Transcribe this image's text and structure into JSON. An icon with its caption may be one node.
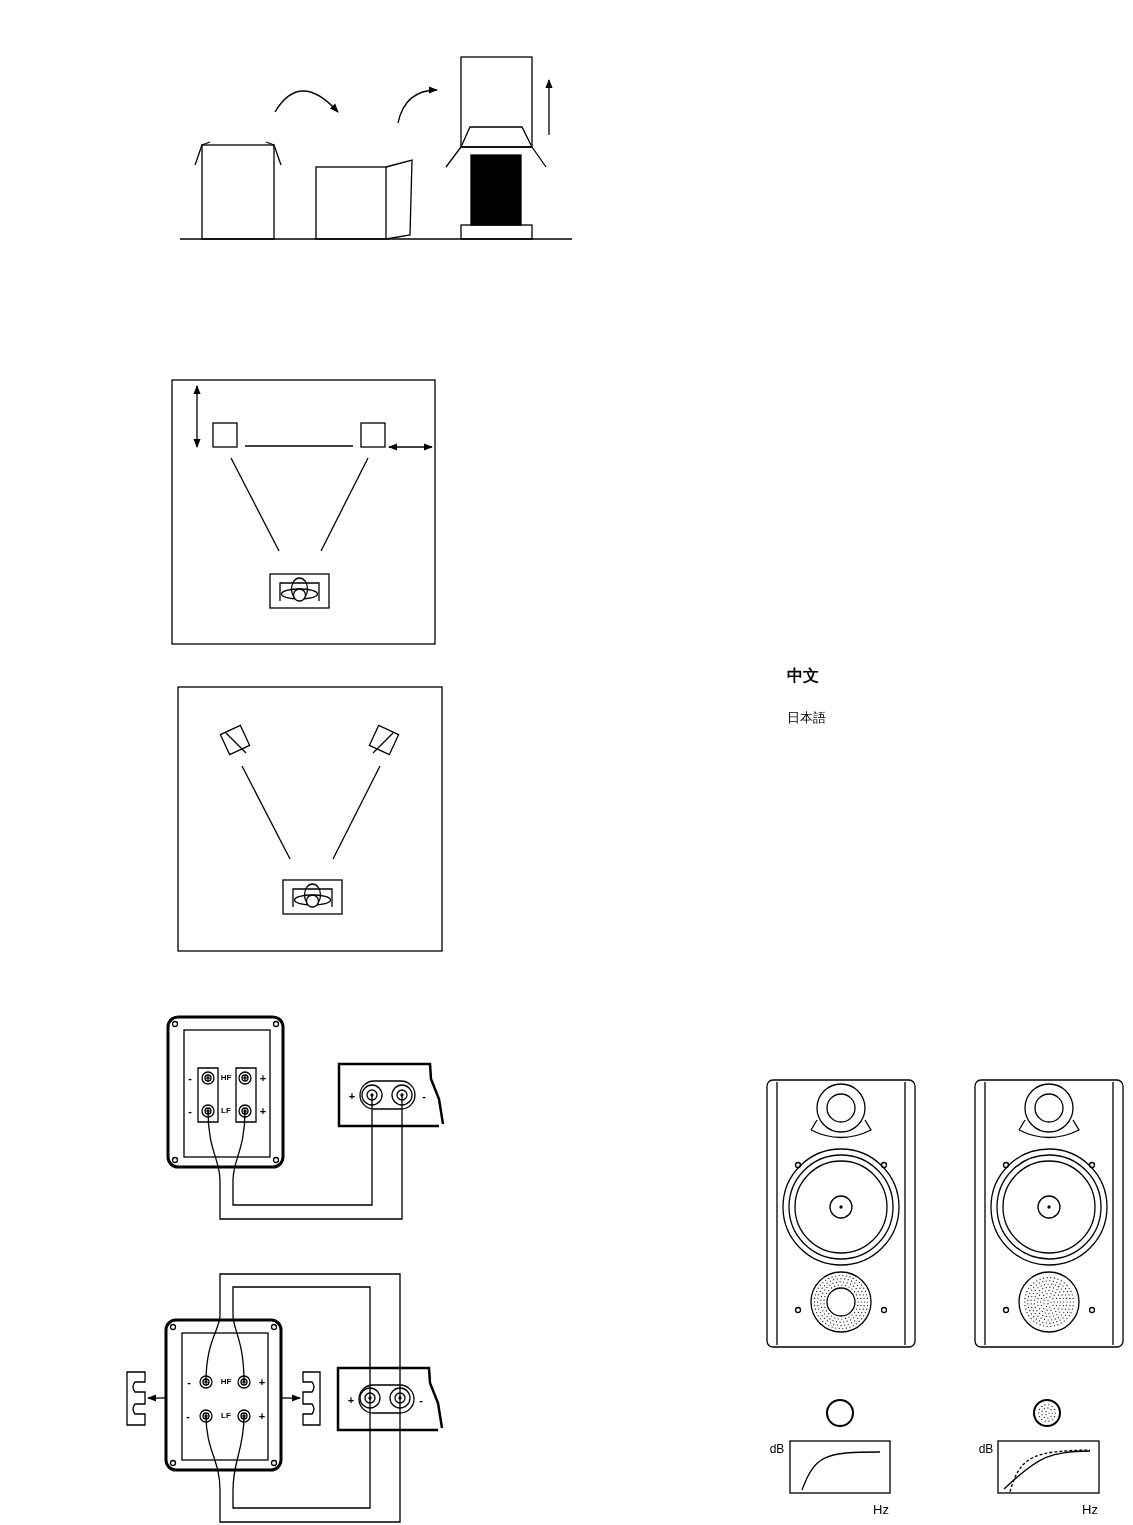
{
  "diagram": {
    "labels": [
      "中文",
      "日本語",
      "-",
      "HF",
      "+",
      "-",
      "LF",
      "+",
      "+",
      "-",
      "-",
      "HF",
      "+",
      "-",
      "LF",
      "+",
      "+",
      "-",
      "dB",
      "Hz",
      "dB",
      "Hz"
    ]
  }
}
